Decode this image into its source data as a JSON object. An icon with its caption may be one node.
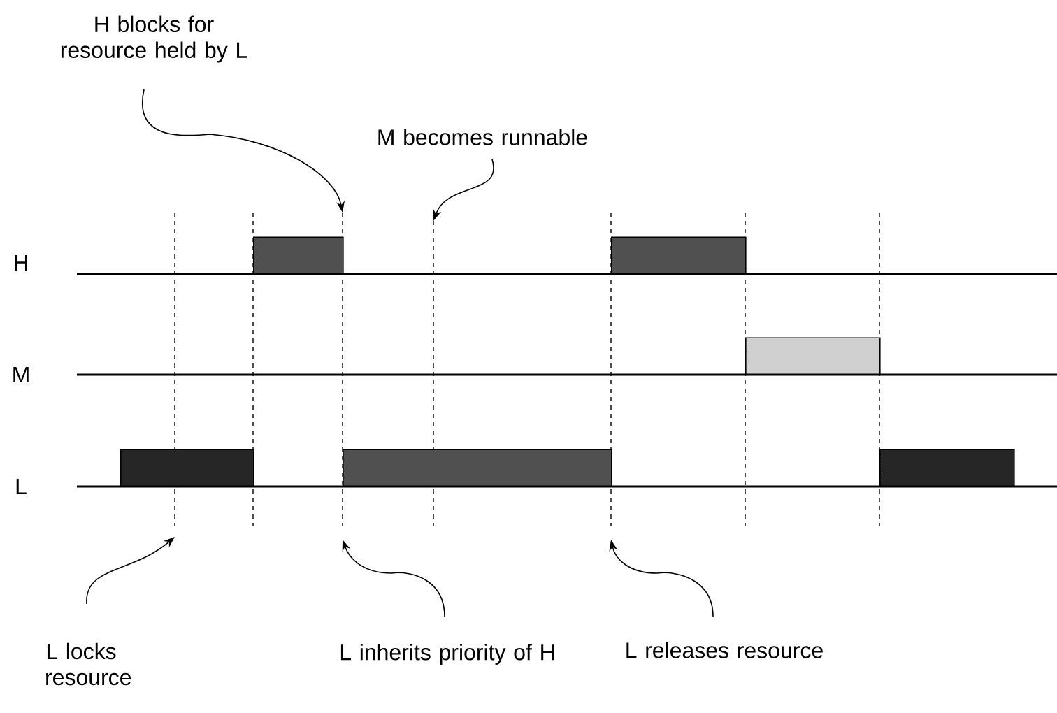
{
  "diagram": {
    "nodes": [
      {
        "text": [
          "H blocks for resource held by L"
        ]
      },
      {
        "text": [
          "M becomes runnable"
        ]
      },
      {
        "text": [
          "L locks resource"
        ]
      },
      {
        "text": [
          "L inherits priority of H"
        ]
      },
      {
        "text": [
          "L releases resource"
        ]
      },
      {
        "text": [],
        "shape": "bar"
      },
      {
        "text": [],
        "shape": "bar"
      },
      {
        "text": [],
        "shape": "bar"
      },
      {
        "text": [],
        "shape": "bar"
      },
      {
        "text": [],
        "shape": "bar"
      },
      {
        "text": [],
        "shape": "bar"
      }
    ],
    "edges": [
      {
        "from": 0,
        "to": null,
        "arrow": "to"
      },
      {
        "from": 1,
        "to": null,
        "arrow": "to"
      },
      {
        "from": 2,
        "to": null,
        "arrow": "to"
      },
      {
        "from": 3,
        "to": null,
        "arrow": "to"
      },
      {
        "from": 4,
        "to": null,
        "arrow": "to"
      }
    ],
    "labels": [
      "H",
      "M",
      "L"
    ]
  }
}
